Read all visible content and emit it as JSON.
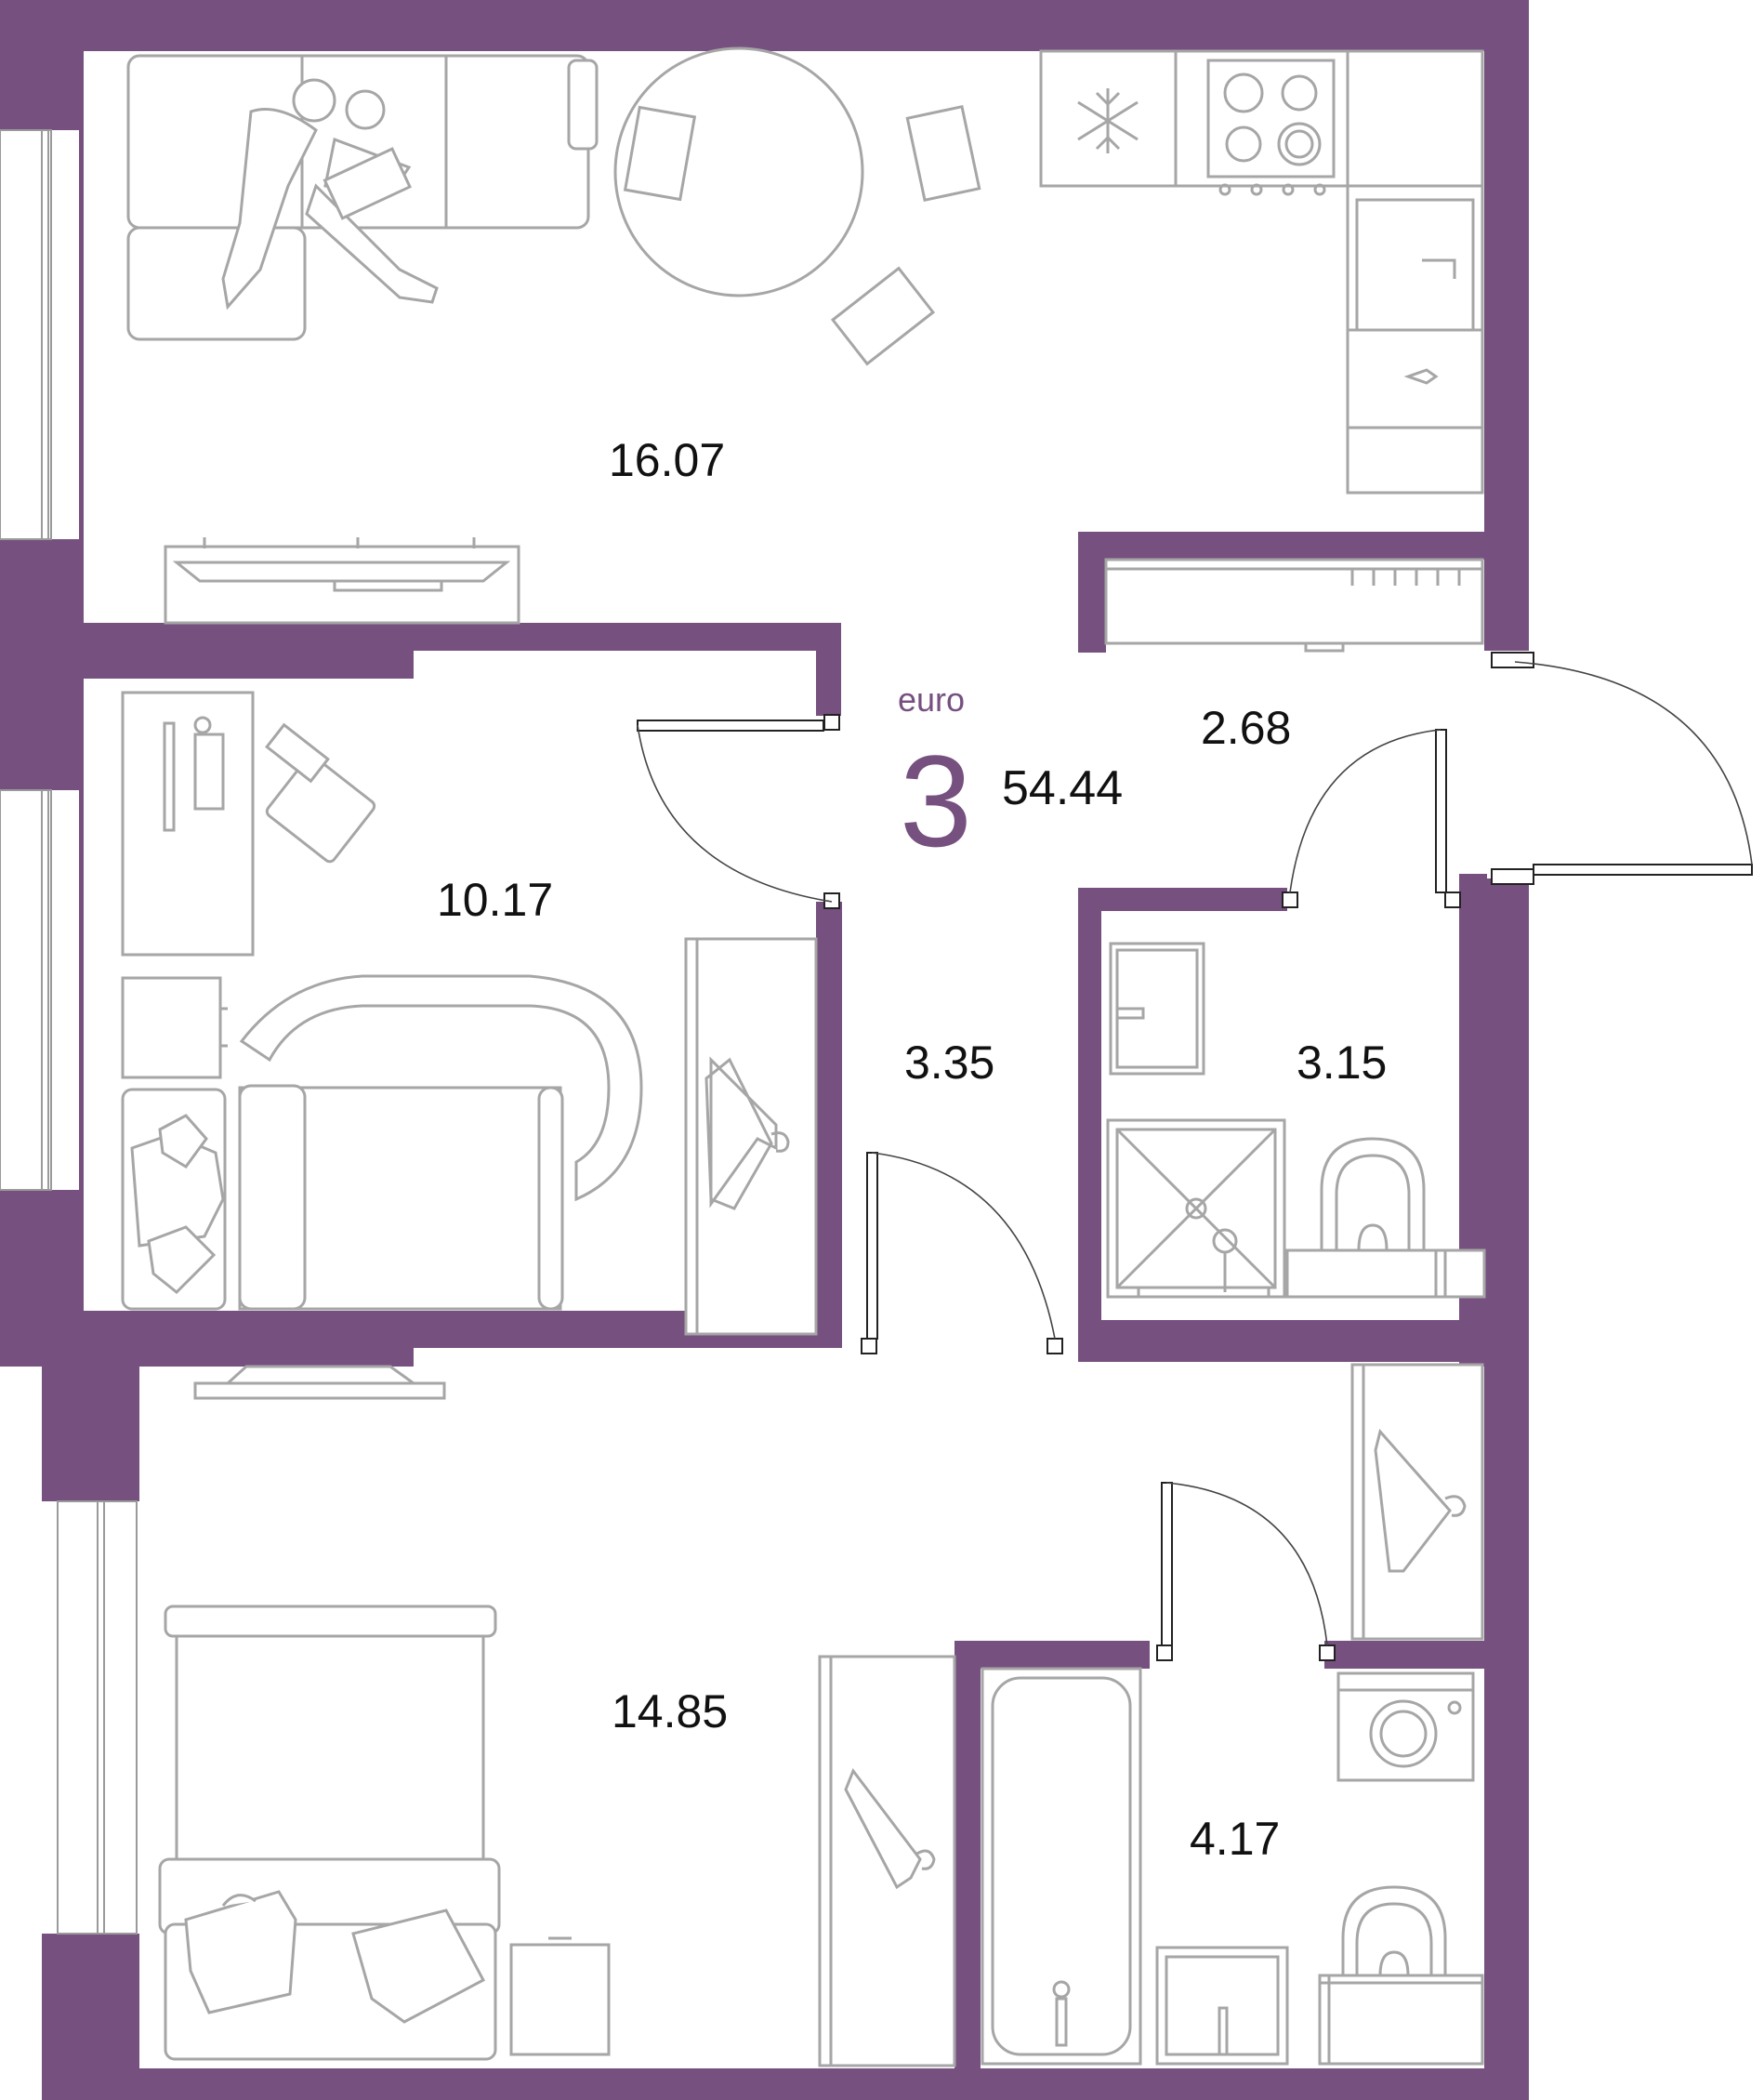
{
  "apartment": {
    "type_label": "euro",
    "rooms": "3",
    "total_area": "54.44"
  },
  "rooms": {
    "living_kitchen": "16.07",
    "bedroom_small": "10.17",
    "hall_entry": "2.68",
    "corridor": "3.35",
    "shower_room": "3.15",
    "bedroom_master": "14.85",
    "bathroom": "4.17"
  },
  "colors": {
    "wall": "#76507f",
    "furniture_line": "#a6a6a6",
    "text": "#111111"
  },
  "icons": [
    "sofa-icon",
    "people-icon",
    "dining-table-icon",
    "fridge-icon",
    "cooktop-icon",
    "sink-icon",
    "oven-icon",
    "tv-stand-icon",
    "desk-icon",
    "armchair-icon",
    "nightstand-icon",
    "bed-icon",
    "wardrobe-icon",
    "hanger-icon",
    "shower-icon",
    "toilet-icon",
    "bathtub-icon",
    "washing-machine-icon"
  ]
}
